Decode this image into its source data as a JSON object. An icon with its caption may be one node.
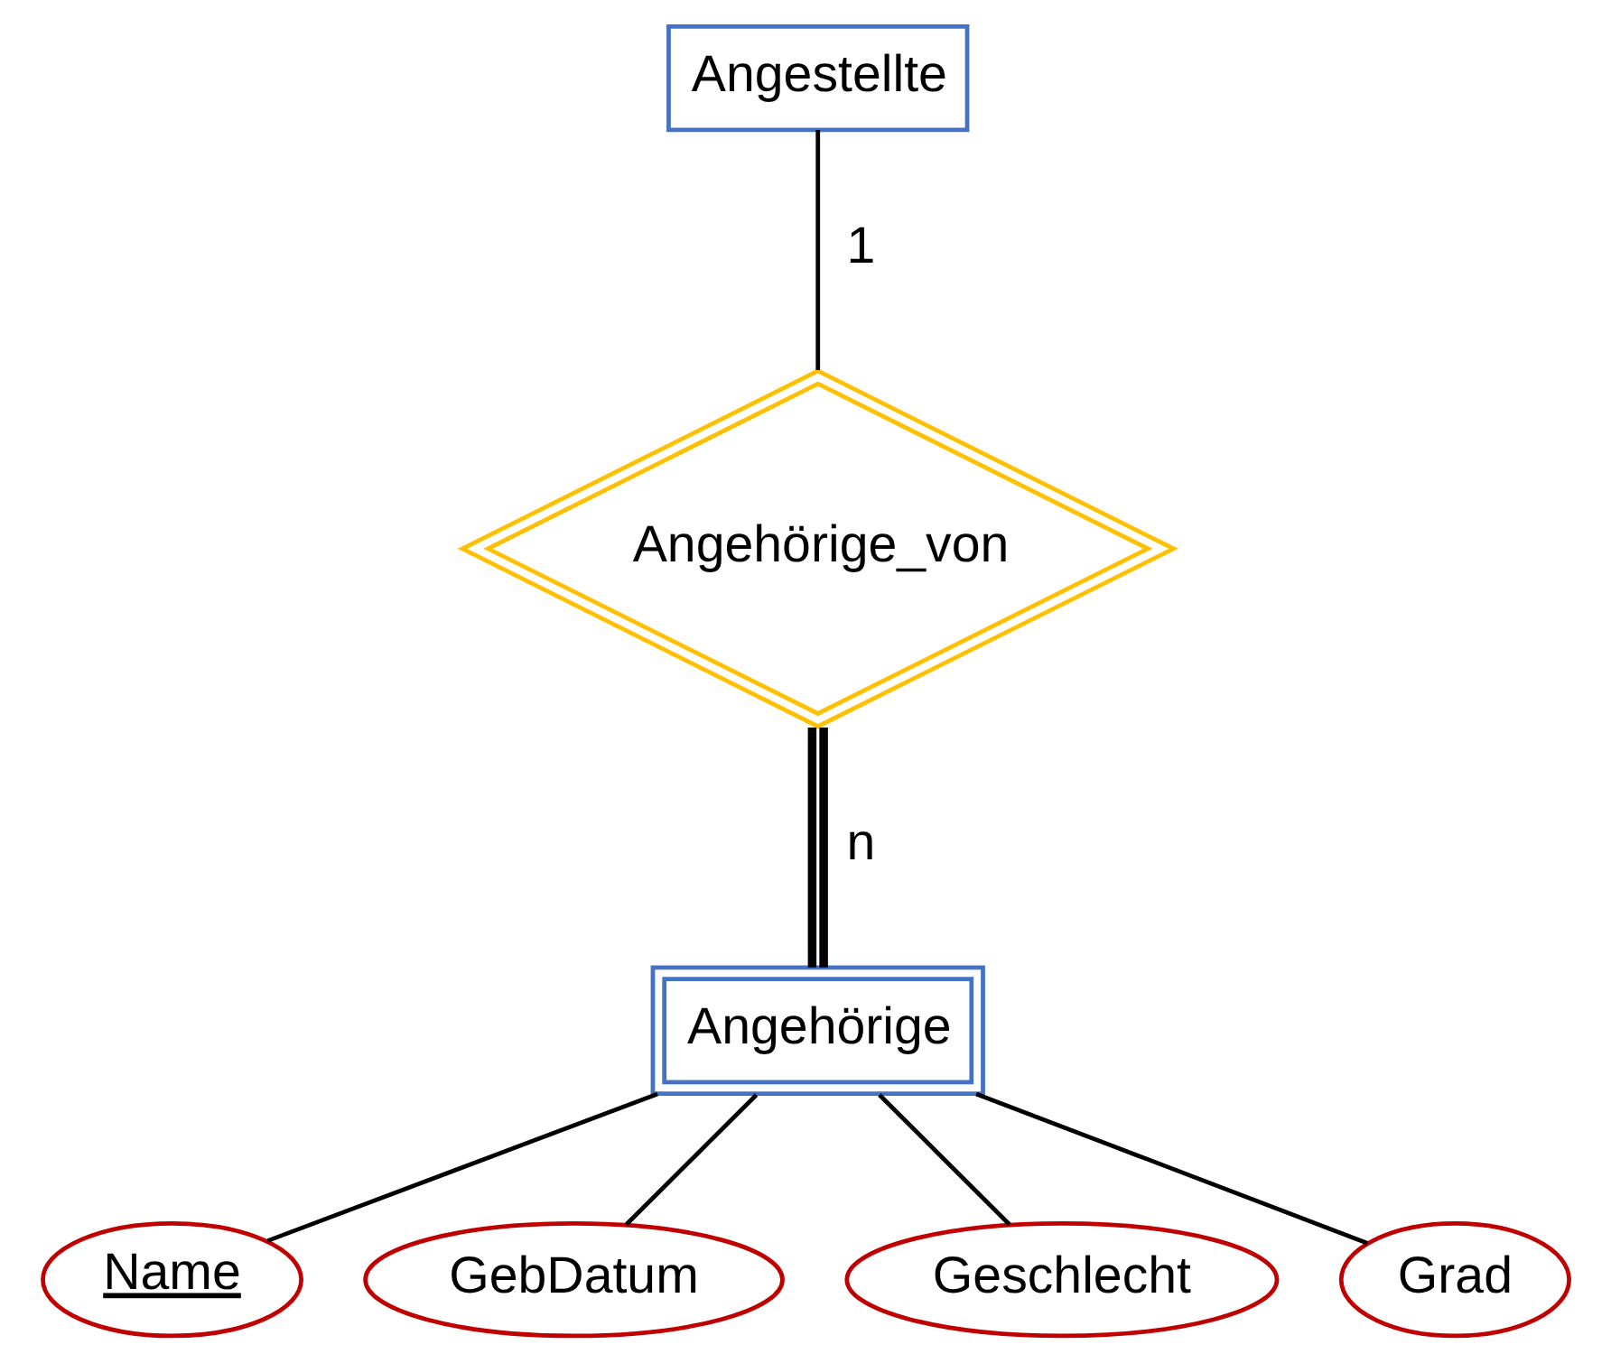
{
  "diagram": {
    "nodes": [
      {
        "text": [
          "Angestellte"
        ]
      },
      {
        "text": [
          "Angehörige_von"
        ]
      },
      {
        "text": [
          "Angehörige"
        ]
      },
      {
        "text": [
          "Name"
        ]
      },
      {
        "text": [
          "GebDatum"
        ]
      },
      {
        "text": [
          "Geschlecht"
        ]
      },
      {
        "text": [
          "Grad"
        ]
      }
    ],
    "edges": [
      {
        "from": 0,
        "to": 1,
        "arrow": "none",
        "label": "1"
      },
      {
        "from": 1,
        "to": 2,
        "arrow": "none",
        "label": "n",
        "style": "thick"
      },
      {
        "from": 2,
        "to": 3,
        "arrow": "none"
      },
      {
        "from": 2,
        "to": 4,
        "arrow": "none"
      },
      {
        "from": 2,
        "to": 5,
        "arrow": "none"
      },
      {
        "from": 2,
        "to": 6,
        "arrow": "none"
      }
    ]
  }
}
